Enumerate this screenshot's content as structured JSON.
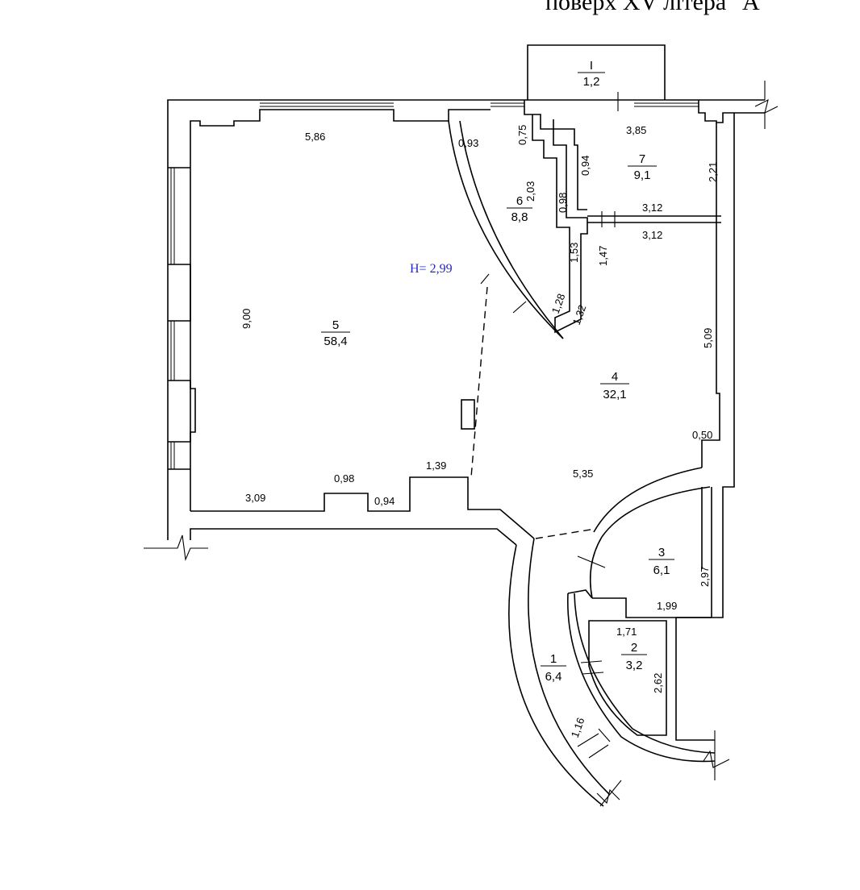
{
  "header": {
    "text": "поверх  XV літера  \"А\""
  },
  "ceiling_height": "H= 2,99",
  "rooms": [
    {
      "number": "5",
      "area": "58,4"
    },
    {
      "number": "4",
      "area": "32,1"
    },
    {
      "number": "6",
      "area": "8,8"
    },
    {
      "number": "7",
      "area": "9,1"
    },
    {
      "number": "I",
      "area": "1,2"
    },
    {
      "number": "3",
      "area": "6,1"
    },
    {
      "number": "2",
      "area": "3,2"
    },
    {
      "number": "1",
      "area": "6,4"
    }
  ],
  "dimensions": {
    "d_5_86": "5,86",
    "d_9_00": "9,00",
    "d_3_09": "3,09",
    "d_0_98_bottom": "0,98",
    "d_0_94_bottom": "0,94",
    "d_1_39": "1,39",
    "d_0_93": "0,93",
    "d_0_75": "0,75",
    "d_2_03": "2,03",
    "d_0_98_mid": "0,98",
    "d_0_94_mid": "0,94",
    "d_3_85": "3,85",
    "d_2_21": "2,21",
    "d_3_12_top": "3,12",
    "d_3_12_bottom": "3,12",
    "d_1_53": "1,53",
    "d_1_47": "1,47",
    "d_1_28": "1,28",
    "d_1_32": "1,32",
    "d_5_09": "5,09",
    "d_0_50": "0,50",
    "d_5_35": "5,35",
    "d_2_97": "2,97",
    "d_1_99": "1,99",
    "d_1_71": "1,71",
    "d_2_62": "2,62",
    "d_1_16": "1,16"
  }
}
